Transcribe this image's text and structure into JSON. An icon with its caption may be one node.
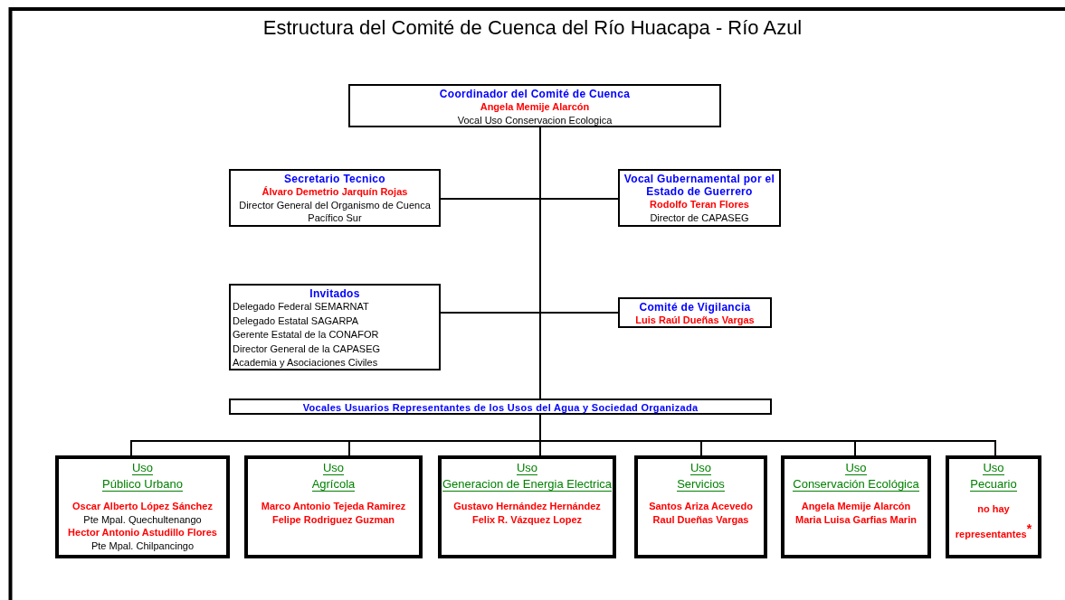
{
  "diagram": {
    "title": "Estructura del Comité de Cuenca del Río Huacapa - Río Azul",
    "nodes": [
      {
        "text": [
          "Coordinador del Comité de Cuenca",
          "Angela Memije Alarcón",
          "Vocal Uso Conservacion Ecologica"
        ]
      },
      {
        "text": [
          "Secretario Tecnico",
          "Álvaro Demetrio Jarquín Rojas",
          "Director General del Organismo de Cuenca Pacífico Sur"
        ]
      },
      {
        "text": [
          "Vocal Gubernamental por el Estado de Guerrero",
          "Rodolfo Teran Flores",
          "Director de CAPASEG"
        ]
      },
      {
        "text": [
          "Invitados",
          "Delegado Federal SEMARNAT",
          "Delegado Estatal SAGARPA",
          "Gerente Estatal de la CONAFOR",
          "Director General de la CAPASEG",
          "Academia y Asociaciones Civiles"
        ]
      },
      {
        "text": [
          "Comité de Vigilancia",
          "Luis Raúl Dueñas Vargas"
        ]
      },
      {
        "text": [
          "Vocales Usuarios Representantes de los Usos del Agua y Sociedad Organizada"
        ]
      },
      {
        "text": [
          "Uso",
          "Público Urbano",
          "Oscar Alberto López Sánchez",
          "Pte Mpal. Quechultenango",
          "Hector Antonio Astudillo Flores",
          "Pte Mpal. Chilpancingo"
        ]
      },
      {
        "text": [
          "Uso",
          "Agrícola",
          "Marco Antonio Tejeda Ramirez",
          "Felipe Rodriguez Guzman"
        ]
      },
      {
        "text": [
          "Uso",
          "Generacion de Energia Electrica",
          "Gustavo Hernández Hernández",
          "Felix R. Vázquez Lopez"
        ]
      },
      {
        "text": [
          "Uso",
          "Servicios",
          "Santos Ariza Acevedo",
          "Raul Dueñas Vargas"
        ]
      },
      {
        "text": [
          "Uso",
          "Conservación Ecológica",
          "Angela Memije Alarcón",
          "Maria Luisa Garfias Marin"
        ]
      },
      {
        "text": [
          "Uso",
          "Pecuario",
          "no hay representantes$^{*}$"
        ]
      }
    ],
    "edges": [
      {
        "from": 0,
        "to": 1,
        "arrow": "none"
      },
      {
        "from": 0,
        "to": 2,
        "arrow": "none"
      },
      {
        "from": 0,
        "to": 3,
        "arrow": "none"
      },
      {
        "from": 0,
        "to": 4,
        "arrow": "none"
      },
      {
        "from": 0,
        "to": 5,
        "arrow": "none"
      },
      {
        "from": 5,
        "to": 6,
        "arrow": "none"
      },
      {
        "from": 5,
        "to": 7,
        "arrow": "none"
      },
      {
        "from": 5,
        "to": 8,
        "arrow": "none"
      },
      {
        "from": 5,
        "to": 9,
        "arrow": "none"
      },
      {
        "from": 5,
        "to": 10,
        "arrow": "none"
      },
      {
        "from": 5,
        "to": 11,
        "arrow": "none"
      }
    ]
  }
}
